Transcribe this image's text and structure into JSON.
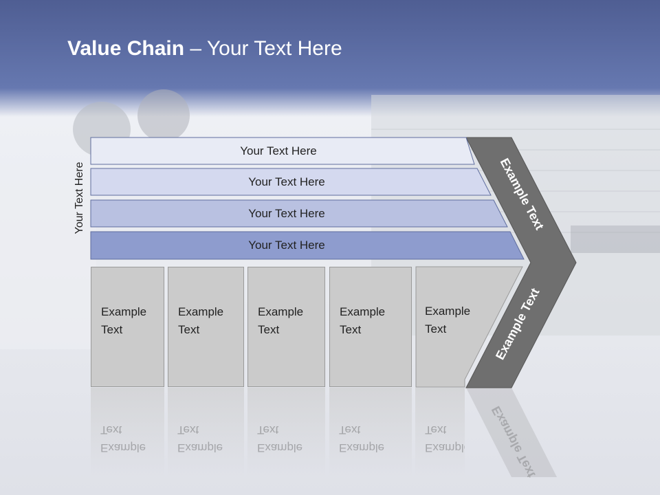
{
  "title": {
    "bold": "Value Chain",
    "rest": " – Your Text Here"
  },
  "side_label": "Your Text Here",
  "rows": [
    {
      "label": "Your Text Here",
      "color": "#e8ebf5"
    },
    {
      "label": "Your Text Here",
      "color": "#d4d9ef"
    },
    {
      "label": "Your Text Here",
      "color": "#b9c1e1"
    },
    {
      "label": "Your Text Here",
      "color": "#8e9cce"
    }
  ],
  "cells": [
    {
      "line1": "Example",
      "line2": "Text"
    },
    {
      "line1": "Example",
      "line2": "Text"
    },
    {
      "line1": "Example",
      "line2": "Text"
    },
    {
      "line1": "Example",
      "line2": "Text"
    },
    {
      "line1": "Example",
      "line2": "Text"
    }
  ],
  "chevron": {
    "top_label": "Example Text",
    "bottom_label": "Example Text",
    "color": "#6f6f6f"
  }
}
